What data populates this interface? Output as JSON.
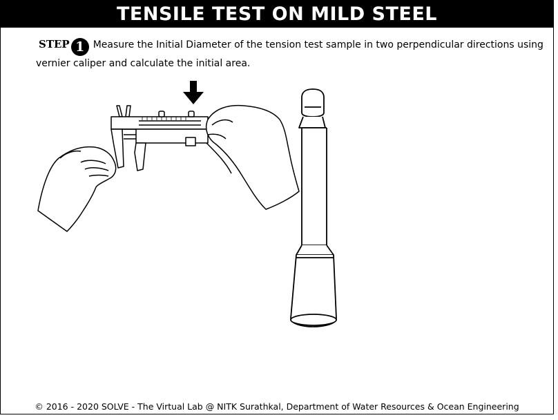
{
  "header": {
    "title": "TENSILE TEST ON MILD STEEL"
  },
  "step": {
    "label": "STEP",
    "number": "1",
    "instruction": "Measure the Initial Diameter of the tension test sample in two perpendicular directions using vernier caliper and calculate the initial area."
  },
  "illustration": {
    "icons": [
      "down-arrow-icon",
      "vernier-caliper-icon",
      "left-hand-icon",
      "right-hand-icon",
      "tensile-specimen-icon"
    ]
  },
  "footer": {
    "copyright": "© 2016 - 2020 SOLVE - The Virtual Lab @ NITK Surathkal, Department of Water Resources & Ocean Engineering"
  }
}
